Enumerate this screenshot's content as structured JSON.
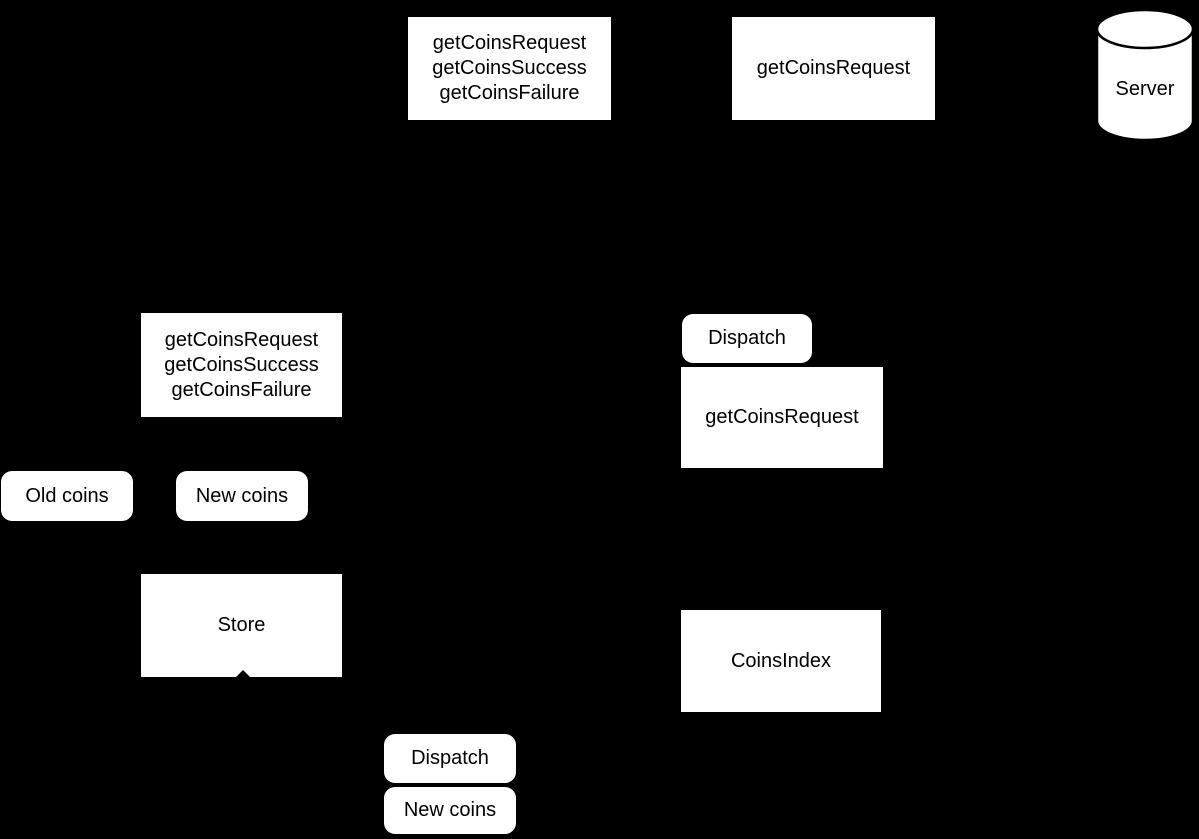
{
  "canvas": {
    "background_color": "#000000",
    "node_fill_color": "#ffffff",
    "text_color": "#000000"
  },
  "nodes": {
    "actions_top": {
      "lines": [
        "getCoinsRequest",
        "getCoinsSuccess",
        "getCoinsFailure"
      ]
    },
    "get_coins_request_top": {
      "label": "getCoinsRequest"
    },
    "server": {
      "label": "Server"
    },
    "actions_mid": {
      "lines": [
        "getCoinsRequest",
        "getCoinsSuccess",
        "getCoinsFailure"
      ]
    },
    "dispatch_right": {
      "label": "Dispatch"
    },
    "get_coins_request_right": {
      "label": "getCoinsRequest"
    },
    "old_coins": {
      "label": "Old coins"
    },
    "new_coins_mid": {
      "label": "New coins"
    },
    "store": {
      "label": "Store"
    },
    "coins_index": {
      "label": "CoinsIndex"
    },
    "dispatch_bottom": {
      "label": "Dispatch"
    },
    "new_coins_bottom": {
      "label": "New coins"
    }
  }
}
